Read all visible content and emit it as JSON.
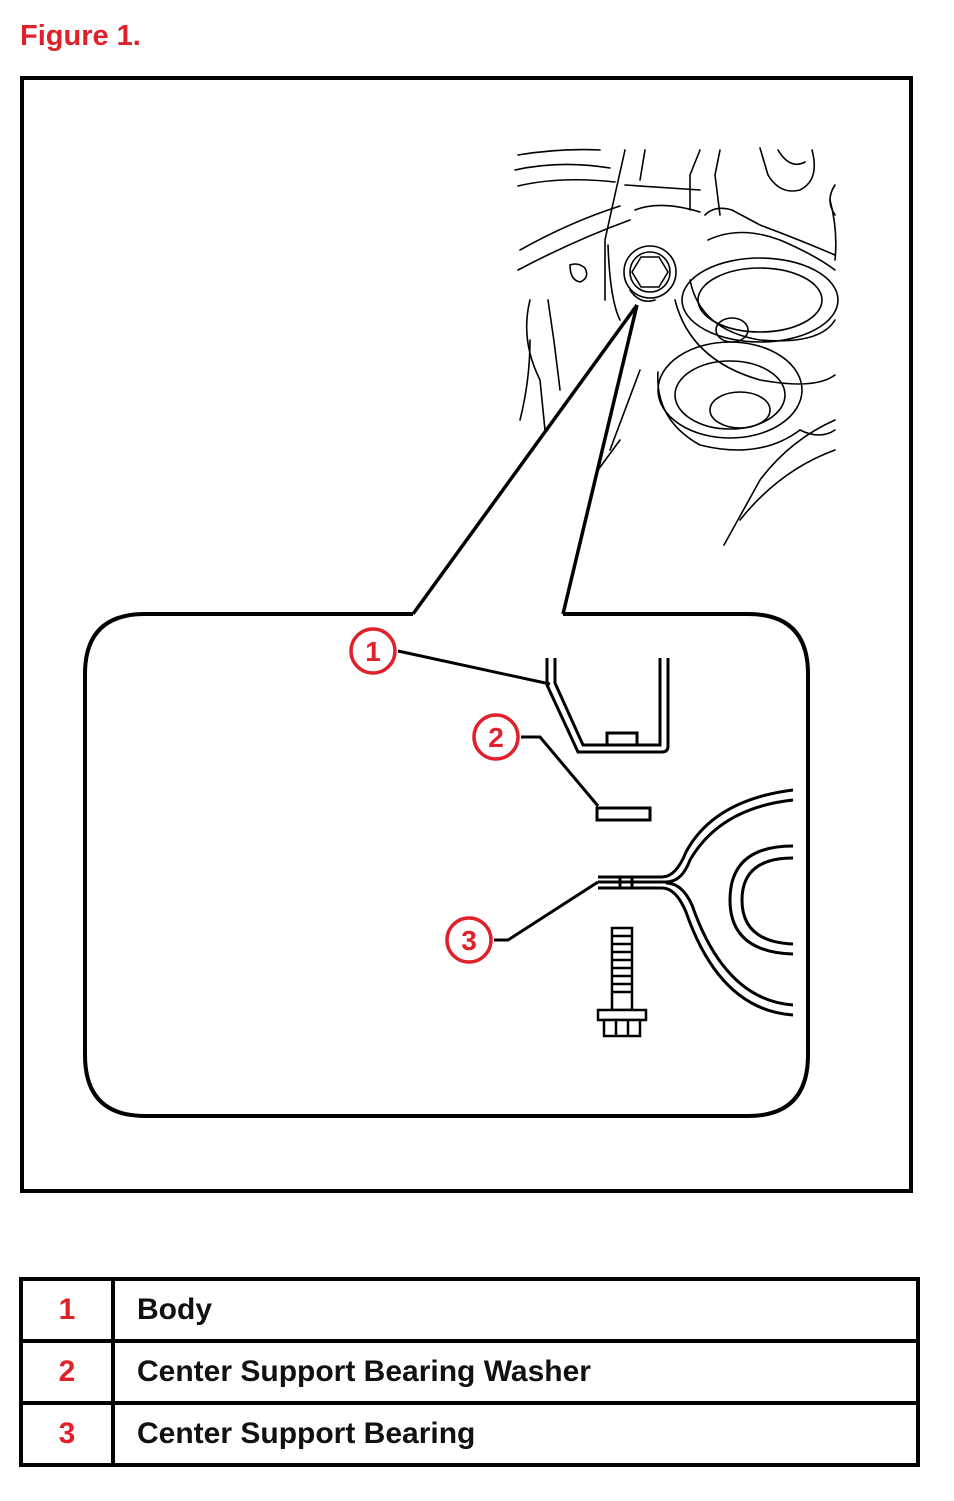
{
  "figure": {
    "title": "Figure 1."
  },
  "callouts": [
    {
      "id": "1"
    },
    {
      "id": "2"
    },
    {
      "id": "3"
    }
  ],
  "legend": [
    {
      "number": "1",
      "label": "Body"
    },
    {
      "number": "2",
      "label": "Center Support Bearing Washer"
    },
    {
      "number": "3",
      "label": "Center Support Bearing"
    }
  ],
  "colors": {
    "accent": "#e0202a",
    "line": "#000000"
  }
}
